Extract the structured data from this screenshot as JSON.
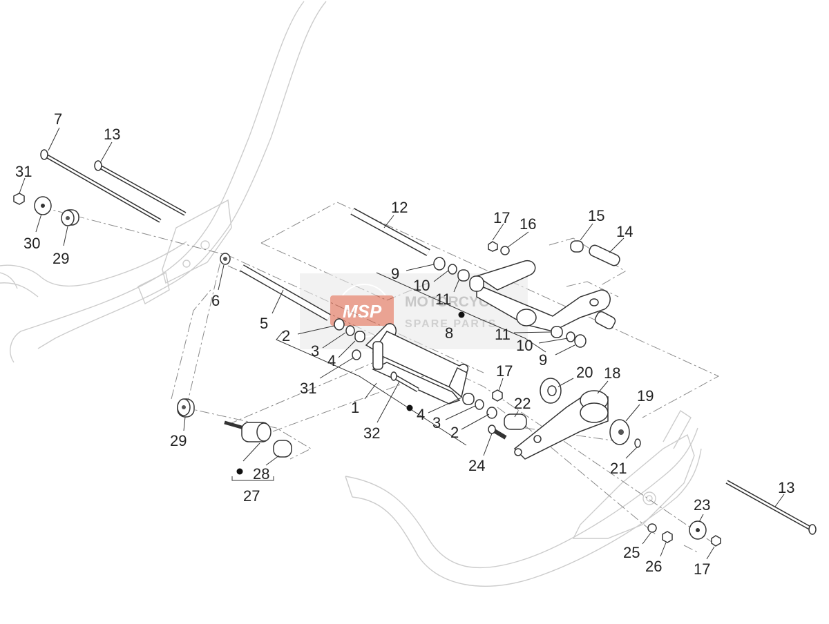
{
  "watermark": {
    "logo": "MSP",
    "line1": "MOTORCYCLE",
    "line2": "SPARE PARTS"
  },
  "callouts": {
    "c1": "1",
    "c2a": "2",
    "c2b": "2",
    "c3a": "3",
    "c3b": "3",
    "c4a": "4",
    "c4b": "4",
    "c5": "5",
    "c6": "6",
    "c7": "7",
    "c8": "8",
    "c9a": "9",
    "c9b": "9",
    "c10a": "10",
    "c10b": "10",
    "c11a": "11",
    "c11b": "11",
    "c12": "12",
    "c13a": "13",
    "c13b": "13",
    "c14": "14",
    "c15": "15",
    "c16": "16",
    "c17a": "17",
    "c17b": "17",
    "c17c": "17",
    "c18": "18",
    "c19": "19",
    "c20": "20",
    "c21": "21",
    "c22": "22",
    "c23": "23",
    "c24": "24",
    "c25": "25",
    "c26": "26",
    "c27": "27",
    "c28": "28",
    "c29a": "29",
    "c29b": "29",
    "c30": "30",
    "c31a": "31",
    "c31b": "31",
    "c32": "32"
  },
  "colors": {
    "watermark_red": "#d9583b",
    "watermark_gray": "#9a9a9a",
    "frame_gray": "#cccccc",
    "ink": "#333333"
  }
}
